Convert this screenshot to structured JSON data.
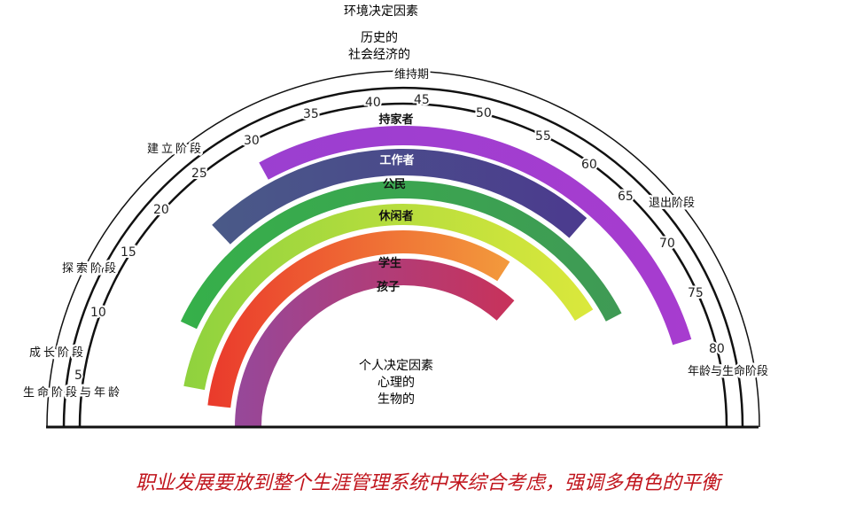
{
  "environment": {
    "title": "环境决定因素",
    "line1": "历史的",
    "line2": "社会经济的"
  },
  "personal": {
    "title": "个人决定因素",
    "line1": "心理的",
    "line2": "生物的"
  },
  "stages": {
    "maintenance": "维持期",
    "establishment": "建立阶段",
    "exploration": "探索阶段",
    "growth": "成长阶段",
    "life_stage_age_left": "生命阶段与年龄",
    "decline": "退出阶段",
    "life_stage_age_right": "年龄与生命阶段"
  },
  "ages": [
    "5",
    "10",
    "15",
    "20",
    "25",
    "30",
    "35",
    "40",
    "45",
    "50",
    "55",
    "60",
    "65",
    "70",
    "75",
    "80"
  ],
  "roles": [
    {
      "key": "homemaker",
      "label": "持家者",
      "age_range": [
        29,
        77
      ],
      "colors": [
        "#9b3fd0",
        "#a73ccf"
      ]
    },
    {
      "key": "worker",
      "label": "工作者",
      "age_range": [
        22,
        62
      ],
      "colors": [
        "#4a5a88",
        "#4b3a8e"
      ]
    },
    {
      "key": "citizen",
      "label": "公民",
      "age_range": [
        12,
        72
      ],
      "colors": [
        "#36b04a",
        "#3f9a55"
      ]
    },
    {
      "key": "leisurite",
      "label": "休闲者",
      "age_range": [
        5,
        70
      ],
      "colors": [
        "#8fd23e",
        "#dbe83c"
      ]
    },
    {
      "key": "student",
      "label": "学生",
      "age_range": [
        3,
        58
      ],
      "colors": [
        "#ea3a2c",
        "#f39a3c"
      ]
    },
    {
      "key": "child",
      "label": "孩子",
      "age_range": [
        0,
        62
      ],
      "colors": [
        "#96489a",
        "#c8325a"
      ]
    }
  ],
  "caption": "职业发展要放到整个生涯管理系统中来综合考虑，强调多角色的平衡"
}
